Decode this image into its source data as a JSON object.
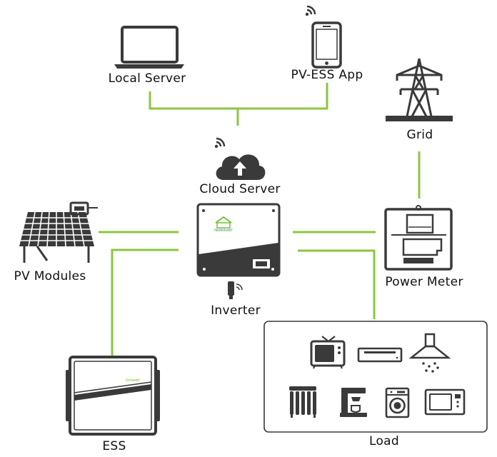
{
  "colors": {
    "link": "#8cc63f",
    "icon": "#3a3a3a",
    "accent": "#6cbf2c"
  },
  "labels": {
    "local_server": "Local Server",
    "app": "PV-ESS App",
    "grid": "Grid",
    "cloud": "Cloud Server",
    "pv": "PV Modules",
    "inverter": "Inverter",
    "meter": "Power Meter",
    "ess": "ESS",
    "load": "Load"
  },
  "inverter_logo": "PEIMARVANT",
  "ess_logo": "Growatt",
  "icons": {
    "local_server": "laptop-icon",
    "app": "smartphone-icon",
    "grid": "transmission-tower-icon",
    "cloud": "cloud-upload-icon",
    "pv": "solar-panel-icon",
    "inverter": "inverter-icon",
    "meter": "power-meter-icon",
    "ess": "battery-storage-icon",
    "load_items": [
      "tv-icon",
      "dvd-player-icon",
      "range-hood-icon",
      "oil-heater-icon",
      "coffee-machine-icon",
      "washing-machine-icon",
      "microwave-icon"
    ]
  }
}
